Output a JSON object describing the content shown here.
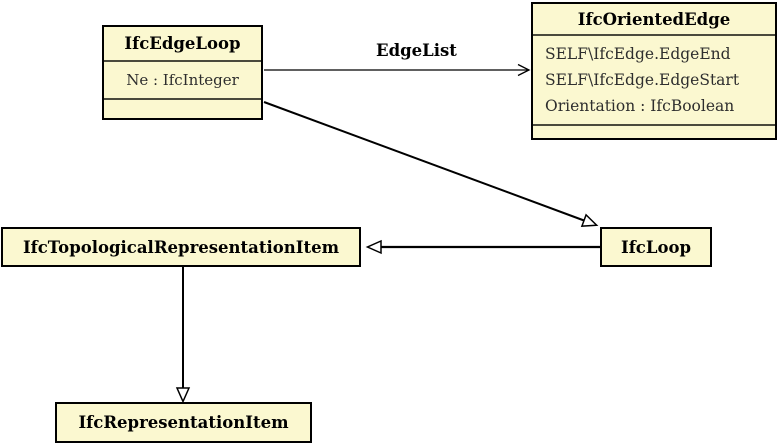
{
  "classes": {
    "ifc_edge_loop": {
      "name": "IfcEdgeLoop",
      "attributes": [
        "Ne : IfcInteger"
      ]
    },
    "ifc_oriented_edge": {
      "name": "IfcOrientedEdge",
      "attributes": [
        "SELF\\IfcEdge.EdgeEnd",
        "SELF\\IfcEdge.EdgeStart",
        "Orientation : IfcBoolean"
      ]
    },
    "ifc_topological_representation_item": {
      "name": "IfcTopologicalRepresentationItem"
    },
    "ifc_loop": {
      "name": "IfcLoop"
    },
    "ifc_representation_item": {
      "name": "IfcRepresentationItem"
    }
  },
  "relations": {
    "edge_list_label": "EdgeList"
  },
  "colors": {
    "background": "#FFFFFF",
    "box_fill": "#FBF8D0",
    "box_border": "#000000",
    "compartment_separator": "#4A4A3C",
    "title_text": "#000000",
    "attribute_text": "#2E2E2E",
    "line": "#000000"
  }
}
